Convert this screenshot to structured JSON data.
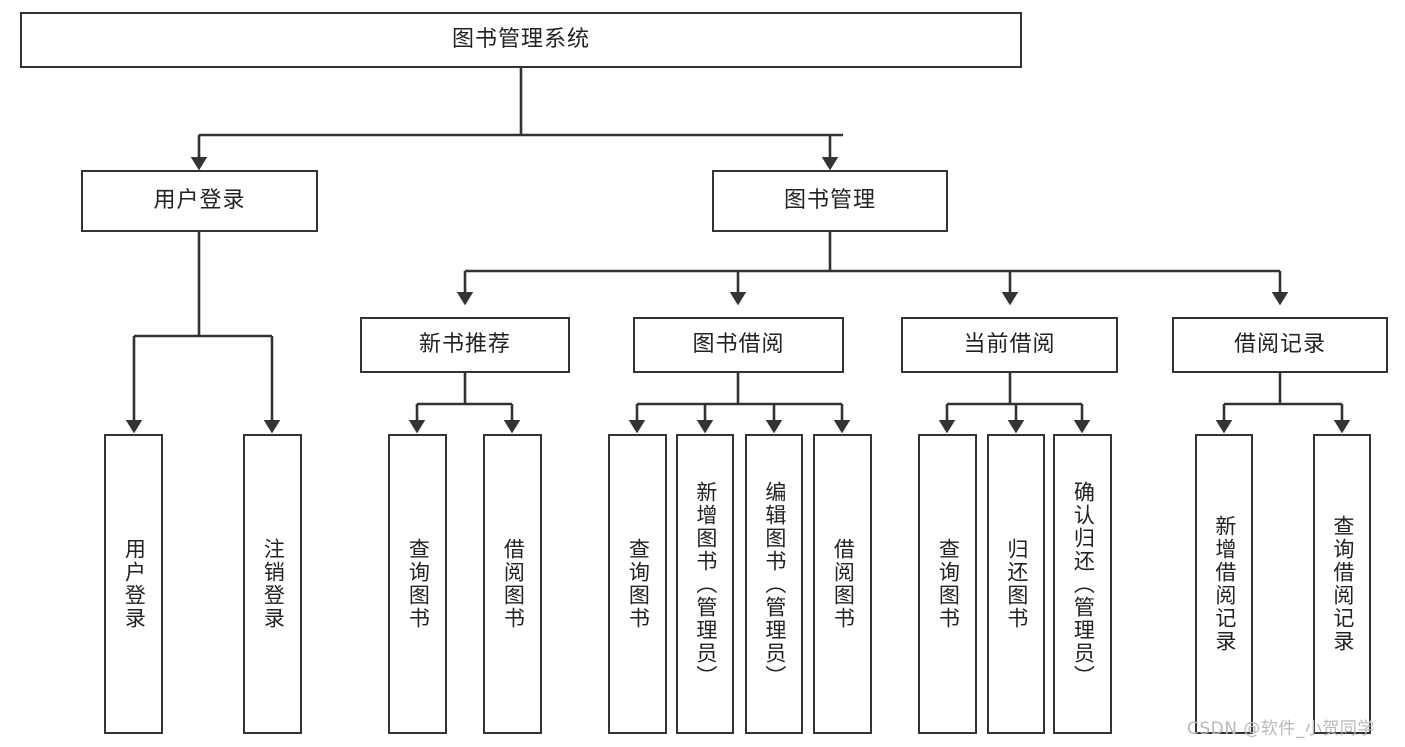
{
  "diagram": {
    "type": "tree-hierarchy",
    "title": "图书管理系统",
    "root": {
      "id": "root",
      "label": "图书管理系统",
      "orientation": "horizontal"
    },
    "level1": [
      {
        "id": "user-login",
        "label": "用户登录",
        "orientation": "horizontal"
      },
      {
        "id": "book-manage",
        "label": "图书管理",
        "orientation": "horizontal"
      }
    ],
    "level2": [
      {
        "id": "new-book-recommend",
        "label": "新书推荐",
        "parent": "book-manage",
        "orientation": "horizontal"
      },
      {
        "id": "book-borrow",
        "label": "图书借阅",
        "parent": "book-manage",
        "orientation": "horizontal"
      },
      {
        "id": "current-borrow",
        "label": "当前借阅",
        "parent": "book-manage",
        "orientation": "horizontal"
      },
      {
        "id": "borrow-record",
        "label": "借阅记录",
        "parent": "book-manage",
        "orientation": "horizontal"
      }
    ],
    "leaves": [
      {
        "id": "leaf-user-login",
        "label": "用户登录",
        "parent": "user-login",
        "orientation": "vertical"
      },
      {
        "id": "leaf-user-logout",
        "label": "注销登录",
        "parent": "user-login",
        "orientation": "vertical"
      },
      {
        "id": "leaf-query-book-1",
        "label": "查询图书",
        "parent": "new-book-recommend",
        "orientation": "vertical"
      },
      {
        "id": "leaf-borrow-book-1",
        "label": "借阅图书",
        "parent": "new-book-recommend",
        "orientation": "vertical"
      },
      {
        "id": "leaf-query-book-2",
        "label": "查询图书",
        "parent": "book-borrow",
        "orientation": "vertical"
      },
      {
        "id": "leaf-add-book",
        "label": "新增图书（管理员）",
        "parent": "book-borrow",
        "orientation": "vertical"
      },
      {
        "id": "leaf-edit-book",
        "label": "编辑图书（管理员）",
        "parent": "book-borrow",
        "orientation": "vertical"
      },
      {
        "id": "leaf-borrow-book-2",
        "label": "借阅图书",
        "parent": "book-borrow",
        "orientation": "vertical"
      },
      {
        "id": "leaf-query-book-3",
        "label": "查询图书",
        "parent": "current-borrow",
        "orientation": "vertical"
      },
      {
        "id": "leaf-return-book",
        "label": "归还图书",
        "parent": "current-borrow",
        "orientation": "vertical"
      },
      {
        "id": "leaf-confirm-return",
        "label": "确认归还（管理员）",
        "parent": "current-borrow",
        "orientation": "vertical"
      },
      {
        "id": "leaf-add-record",
        "label": "新增借阅记录",
        "parent": "borrow-record",
        "orientation": "vertical"
      },
      {
        "id": "leaf-query-record",
        "label": "查询借阅记录",
        "parent": "borrow-record",
        "orientation": "vertical"
      }
    ],
    "colors": {
      "border": "#333333",
      "background": "#ffffff",
      "text": "#222222",
      "edge": "#333333",
      "watermark": "#b9b9b9"
    }
  },
  "watermark": {
    "text": "CSDN @软件_小贺同学"
  }
}
